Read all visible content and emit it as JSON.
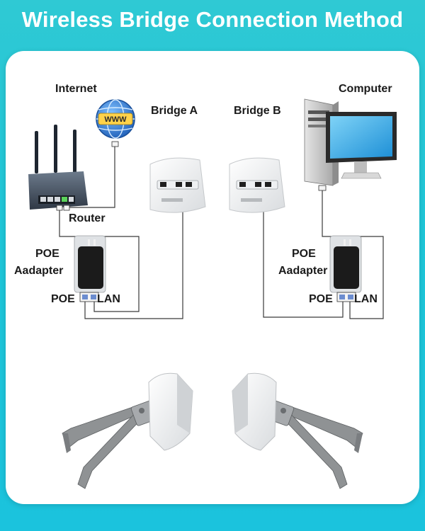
{
  "title": "Wireless Bridge Connection Method",
  "labels": {
    "internet": "Internet",
    "computer": "Computer",
    "bridge_a": "Bridge A",
    "bridge_b": "Bridge B",
    "router": "Router",
    "poe_left": "POE",
    "aadapter_left": "Aadapter",
    "poe_port_left": "POE",
    "lan_port_left": "LAN",
    "poe_right": "POE",
    "aadapter_right": "Aadapter",
    "poe_port_right": "POE",
    "lan_port_right": "LAN"
  },
  "www_text": "WWW",
  "colors": {
    "background": "#1ec6d8",
    "panel": "#ffffff",
    "globe": "#2e7bd6",
    "adapter": "#1b1b1b",
    "cable": "#3a3a3a",
    "monitor_screen": "#3db2ef",
    "bracket": "#8f9294"
  }
}
